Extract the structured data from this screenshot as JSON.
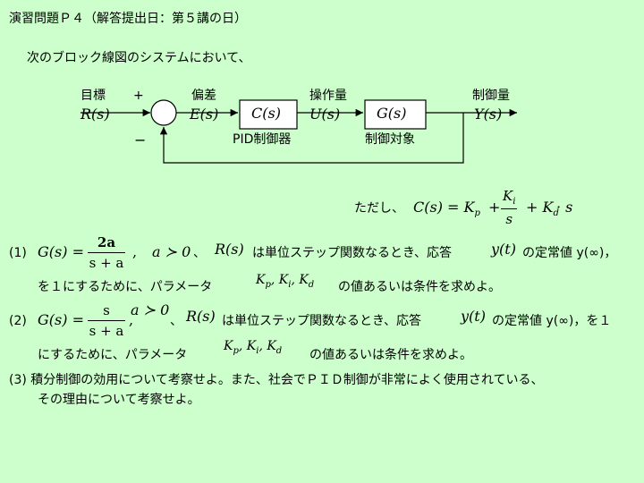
{
  "header": "演習問題Ｐ４（解答提出日：第５講の日）",
  "intro": "次のブロック線図のシステムにおいて、",
  "diagram": {
    "target_label": "目標",
    "target_symbol": "R(s)",
    "plus_sign": "+",
    "minus_sign": "−",
    "error_label": "偏差",
    "error_symbol": "E(s)",
    "controller_symbol": "C(s)",
    "controller_label": "PID制御器",
    "input_label": "操作量",
    "input_symbol": "U(s)",
    "plant_symbol": "G(s)",
    "plant_label": "制御対象",
    "output_label": "制御量",
    "output_symbol": "Y(s)"
  },
  "definition": {
    "prefix": "ただし、",
    "lhs": "C(s) = K",
    "kp_sub": "p",
    "plus1": "+",
    "ki_num": "K",
    "ki_sub": "i",
    "ki_den": "s",
    "plus2": "+ K",
    "kd_sub": "d",
    "tail": "· s"
  },
  "q1": {
    "num": "(1)",
    "lhs": "G(s) =",
    "frac_num": "2a",
    "frac_den": "s + a",
    "comma": ",",
    "cond": "a ≻ 0",
    "sep": "、",
    "rs": "R(s)",
    "mid": "は単位ステップ関数なるとき、応答",
    "yt": "y(t)",
    "tail": "の定常値 y(∞)，",
    "line2a": "を１にするために、パラメータ",
    "params": "K",
    "p_sub": "p",
    "p_sep1": ", K",
    "i_sub": "i",
    "p_sep2": ", K",
    "d_sub": "d",
    "line2b": "の値あるいは条件を求めよ。"
  },
  "q2": {
    "num": "(2)",
    "lhs": "G(s) =",
    "frac_num": "s",
    "frac_den": "s + a",
    "comma": ",",
    "cond": "a ≻ 0",
    "sep": "、",
    "rs": "R(s)",
    "mid": "は単位ステップ関数なるとき、応答",
    "yt": "y(t)",
    "tail": "の定常値 y(∞)，を１",
    "line2a": "にするために、パラメータ",
    "params": "K",
    "p_sub": "p",
    "p_sep1": ", K",
    "i_sub": "i",
    "p_sep2": ", K",
    "d_sub": "d",
    "line2b": "の値あるいは条件を求めよ。"
  },
  "q3": {
    "line1": "(3) 積分制御の効用について考察せよ。また、社会でＰＩＤ制御が非常によく使用されている、",
    "line2": "その理由について考察せよ。"
  }
}
